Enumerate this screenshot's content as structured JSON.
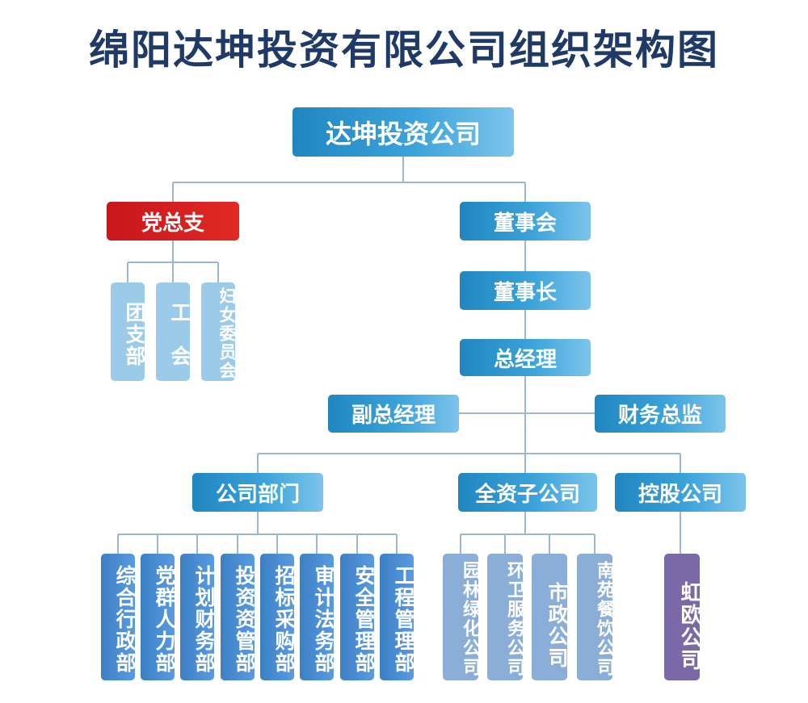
{
  "title": "绵阳达坤投资有限公司组织架构图",
  "root": "达坤投资公司",
  "party": {
    "label": "党总支",
    "children": [
      "团支部",
      "工　会",
      "妇女委员会"
    ]
  },
  "board": "董事会",
  "chairman": "董事长",
  "gm": "总经理",
  "deputy_gm": "副总经理",
  "finance_director": "财务总监",
  "company_depts": {
    "label": "公司部门",
    "children": [
      "综合行政部",
      "党群人力部",
      "计划财务部",
      "投资资管部",
      "招标采购部",
      "审计法务部",
      "安全管理部",
      "工程管理部"
    ]
  },
  "wholly_owned": {
    "label": "全资子公司",
    "children": [
      "园林绿化公司",
      "环卫服务公司",
      "市政公司",
      "南苑餐饮公司"
    ]
  },
  "holding": {
    "label": "控股公司",
    "children": [
      "虹欧公司"
    ]
  }
}
